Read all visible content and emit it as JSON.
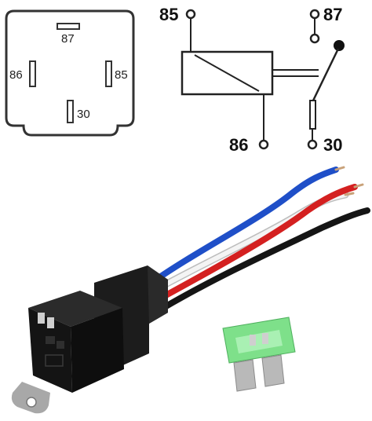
{
  "footprint": {
    "pins": {
      "pin_87": "87",
      "pin_86": "86",
      "pin_85": "85",
      "pin_30": "30"
    }
  },
  "schematic": {
    "terminals": {
      "t85": "85",
      "t87": "87",
      "t86": "86",
      "t30": "30"
    }
  },
  "colors": {
    "outline": "#333333",
    "wire_blue": "#1f4fc8",
    "wire_white": "#f2f2f2",
    "wire_red": "#d42020",
    "wire_black": "#151515",
    "relay_body": "#161616",
    "fuse_green": "#7ee08a",
    "fuse_metal": "#b9b9b9"
  }
}
